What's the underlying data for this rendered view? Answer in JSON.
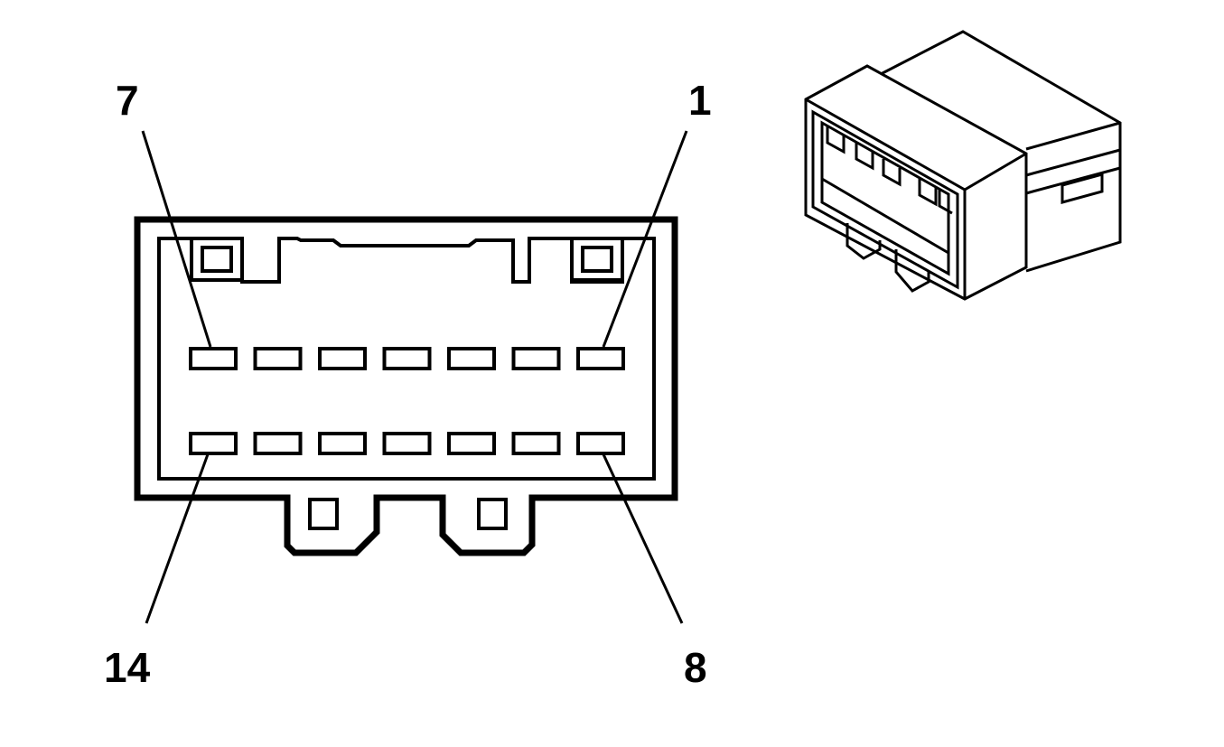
{
  "face_view": {
    "pin_labels": {
      "top_left": "7",
      "top_right": "1",
      "bottom_left": "14",
      "bottom_right": "8"
    },
    "pin_rows": 2,
    "pins_per_row": 7
  },
  "colors": {
    "line": "#000000",
    "background": "#ffffff"
  }
}
